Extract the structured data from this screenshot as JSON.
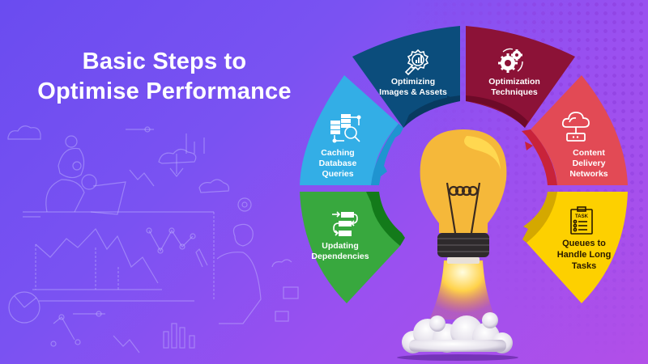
{
  "title": {
    "line1": "Basic Steps to",
    "line2": "Optimise Performance"
  },
  "colors": {
    "background_start": "#6a4cf0",
    "background_end": "#b24fe8",
    "cyan": "#33aee6",
    "navy": "#0b4d7c",
    "maroon": "#8c1237",
    "red": "#e24a55",
    "yellow": "#fdd000",
    "green": "#38a83e",
    "bulb": "#f5b83a"
  },
  "steps": [
    {
      "id": "caching",
      "line1": "Caching",
      "line2": "Database",
      "line3": "Queries",
      "icon": "database-search-icon",
      "color": "#33aee6"
    },
    {
      "id": "images",
      "line1": "Optimizing",
      "line2": "Images & Assets",
      "icon": "image-optimize-icon",
      "color": "#0b4d7c"
    },
    {
      "id": "techniques",
      "line1": "Optimization",
      "line2": "Techniques",
      "icon": "gears-icon",
      "color": "#8c1237"
    },
    {
      "id": "cdn",
      "line1": "Content",
      "line2": "Delivery",
      "line3": "Networks",
      "icon": "cloud-server-icon",
      "color": "#e24a55"
    },
    {
      "id": "queues",
      "line1": "Queues to",
      "line2": "Handle Long",
      "line3": "Tasks",
      "icon": "task-clipboard-icon",
      "icon_text": "TASK",
      "color": "#fdd000"
    },
    {
      "id": "dependencies",
      "line1": "Updating",
      "line2": "Dependencies",
      "icon": "dependency-flow-icon",
      "color": "#38a83e"
    }
  ],
  "center_graphic": "lightbulb-rocket-icon"
}
